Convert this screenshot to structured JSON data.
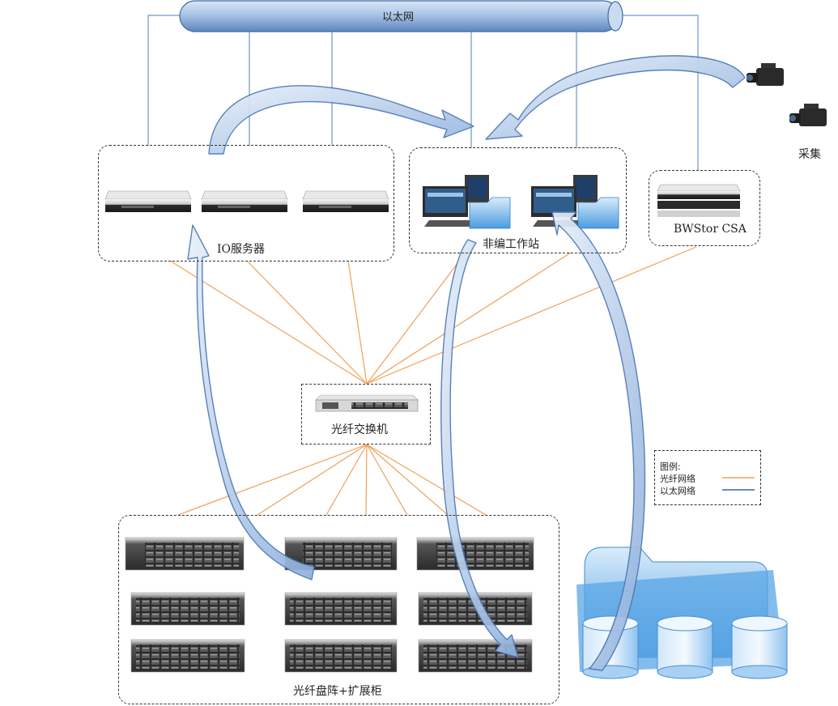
{
  "ethernet_bus": {
    "label": "以太网"
  },
  "nodes": {
    "io_servers": {
      "label": "IO服务器"
    },
    "nle_workstations": {
      "label": "非编工作站"
    },
    "bwstor": {
      "label": "BWStor CSA"
    },
    "capture": {
      "label": "采集"
    },
    "fc_switch": {
      "label": "光纤交换机"
    },
    "storage_array": {
      "label": "光纤盘阵+扩展柜"
    }
  },
  "legend": {
    "title": "图例:",
    "items": [
      {
        "label": "光纤网络",
        "color": "#f2a05a"
      },
      {
        "label": "以太网络",
        "color": "#3a64a8"
      }
    ]
  },
  "colors": {
    "fiber": "#f2a05a",
    "ethernet": "#4f7fc0",
    "arrow_fill": "#b9cfec",
    "arrow_stroke": "#4a77b4"
  }
}
